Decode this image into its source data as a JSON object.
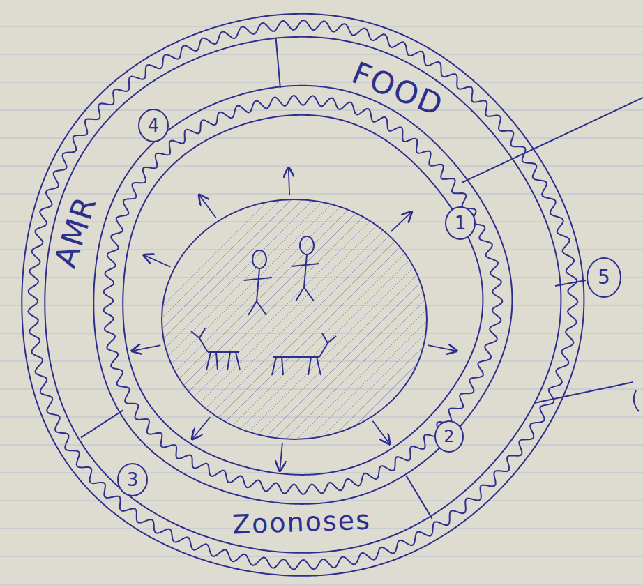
{
  "diagram": {
    "nodes": [
      {
        "text": [
          "FOOD"
        ]
      },
      {
        "text": [
          "Zoonoses"
        ]
      },
      {
        "text": [
          "AMR"
        ]
      }
    ],
    "labels": [
      "1",
      "2",
      "3",
      "4",
      "5"
    ]
  }
}
